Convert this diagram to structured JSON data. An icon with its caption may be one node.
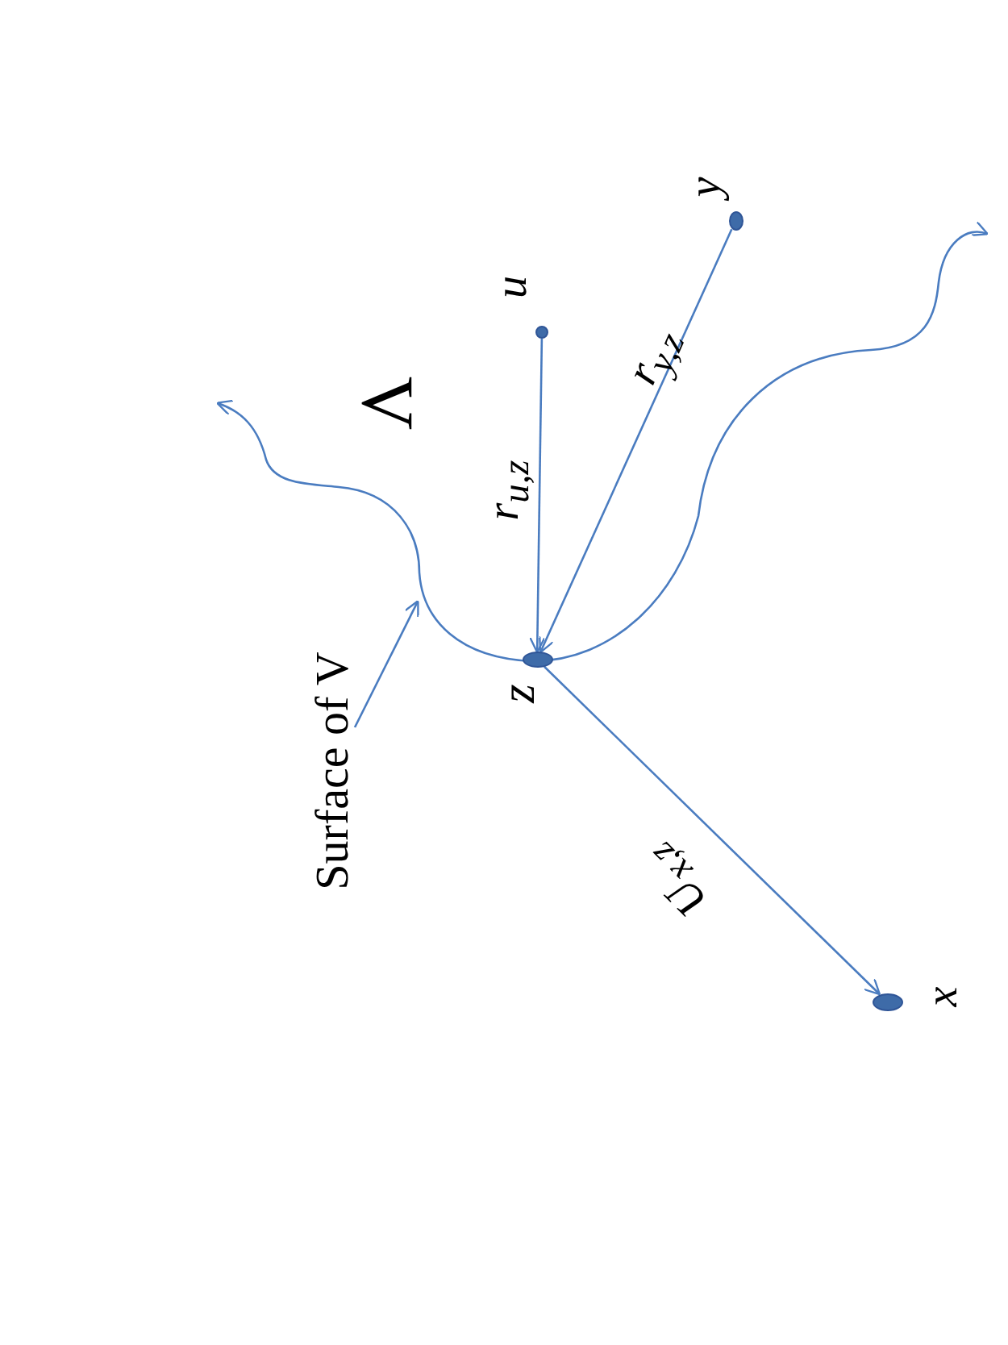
{
  "diagram": {
    "nodes": [
      {
        "text": [],
        "shape": "circle",
        "beside": [
          "u"
        ]
      },
      {
        "text": [],
        "shape": "circle",
        "beside": [
          "y"
        ]
      },
      {
        "text": [],
        "shape": "circle",
        "beside": [
          "z"
        ]
      },
      {
        "text": [],
        "shape": "circle",
        "beside": [
          "x"
        ]
      },
      {
        "text": [
          "Surface of V"
        ]
      }
    ],
    "edges": [
      {
        "from": 0,
        "to": 2,
        "arrow": "to",
        "label": "r$_{u,z}$"
      },
      {
        "from": 1,
        "to": 2,
        "arrow": "to",
        "label": "r$_{y,z}$"
      },
      {
        "from": 2,
        "to": 3,
        "arrow": "to",
        "label": "U$_{x,z}$"
      },
      {
        "from": 4,
        "to": null,
        "arrow": "to"
      }
    ],
    "labels": [
      "V"
    ]
  }
}
